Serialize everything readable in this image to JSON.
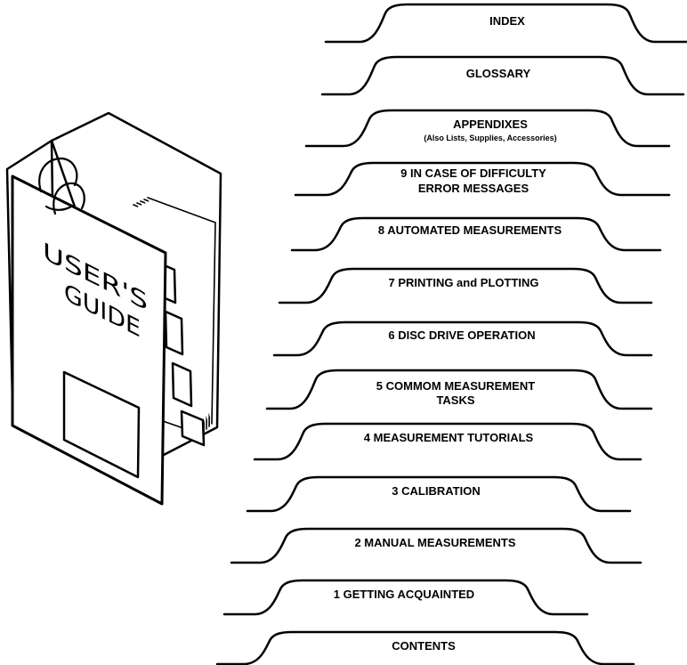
{
  "book": {
    "title_lines": [
      "USER'S",
      "GUIDE"
    ]
  },
  "tabs": [
    {
      "lines": [
        "INDEX"
      ]
    },
    {
      "lines": [
        "GLOSSARY"
      ]
    },
    {
      "lines": [
        "APPENDIXES"
      ],
      "sub": "(Also Lists, Supplies, Accessories)"
    },
    {
      "lines": [
        "9  IN  CASE  OF  DIFFICULTY",
        "ERROR  MESSAGES"
      ]
    },
    {
      "lines": [
        "8  AUTOMATED  MEASUREMENTS"
      ]
    },
    {
      "lines": [
        "7  PRINTING  and  PLOTTING"
      ]
    },
    {
      "lines": [
        "6  DISC  DRIVE  OPERATION"
      ]
    },
    {
      "lines": [
        "5  COMMOM  MEASUREMENT",
        "TASKS"
      ]
    },
    {
      "lines": [
        "4  MEASUREMENT  TUTORIALS"
      ]
    },
    {
      "lines": [
        "3  CALIBRATION"
      ]
    },
    {
      "lines": [
        "2  MANUAL  MEASUREMENTS"
      ]
    },
    {
      "lines": [
        "1  GETTING  ACQUAINTED"
      ]
    },
    {
      "lines": [
        "CONTENTS"
      ]
    }
  ]
}
